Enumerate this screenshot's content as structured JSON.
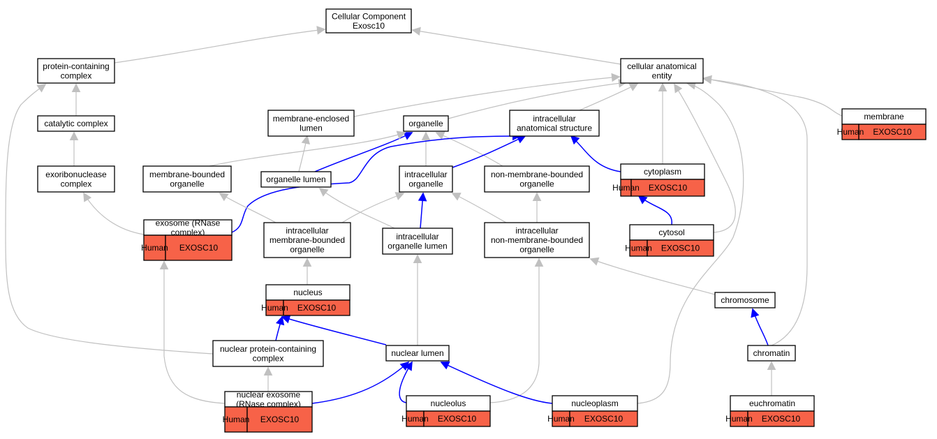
{
  "colors": {
    "edge_grey": "#c0c0c0",
    "edge_blue": "#0000ff",
    "annotation_fill": "#f76248"
  },
  "nodes": {
    "root": {
      "lines": [
        "Cellular Component",
        "Exosc10"
      ]
    },
    "protein_containing_complex": {
      "lines": [
        "protein-containing",
        "complex"
      ]
    },
    "cellular_anatomical_entity": {
      "lines": [
        "cellular anatomical",
        "entity"
      ]
    },
    "catalytic_complex": {
      "lines": [
        "catalytic complex"
      ]
    },
    "membrane_enclosed_lumen": {
      "lines": [
        "membrane-enclosed",
        "lumen"
      ]
    },
    "organelle": {
      "lines": [
        "organelle"
      ]
    },
    "intracellular_anatomical_structure": {
      "lines": [
        "intracellular",
        "anatomical structure"
      ]
    },
    "membrane": {
      "lines": [
        "membrane"
      ],
      "anno": [
        "Human",
        "EXOSC10"
      ]
    },
    "exoribonuclease_complex": {
      "lines": [
        "exoribonuclease",
        "complex"
      ]
    },
    "membrane_bounded_organelle": {
      "lines": [
        "membrane-bounded",
        "organelle"
      ]
    },
    "organelle_lumen": {
      "lines": [
        "organelle lumen"
      ]
    },
    "intracellular_organelle": {
      "lines": [
        "intracellular",
        "organelle"
      ]
    },
    "non_membrane_bounded_organelle": {
      "lines": [
        "non-membrane-bounded",
        "organelle"
      ]
    },
    "cytoplasm": {
      "lines": [
        "cytoplasm"
      ],
      "anno": [
        "Human",
        "EXOSC10"
      ]
    },
    "exosome": {
      "lines": [
        "exosome (RNase",
        "complex)"
      ],
      "anno": [
        "Human",
        "EXOSC10"
      ]
    },
    "intracellular_membrane_bounded_organelle": {
      "lines": [
        "intracellular",
        "membrane-bounded",
        "organelle"
      ]
    },
    "intracellular_organelle_lumen": {
      "lines": [
        "intracellular",
        "organelle lumen"
      ]
    },
    "intracellular_non_membrane_bounded_organelle": {
      "lines": [
        "intracellular",
        "non-membrane-bounded",
        "organelle"
      ]
    },
    "cytosol": {
      "lines": [
        "cytosol"
      ],
      "anno": [
        "Human",
        "EXOSC10"
      ]
    },
    "nucleus": {
      "lines": [
        "nucleus"
      ],
      "anno": [
        "Human",
        "EXOSC10"
      ]
    },
    "chromosome": {
      "lines": [
        "chromosome"
      ]
    },
    "nuclear_protein_containing_complex": {
      "lines": [
        "nuclear protein-containing",
        "complex"
      ]
    },
    "nuclear_lumen": {
      "lines": [
        "nuclear lumen"
      ]
    },
    "chromatin": {
      "lines": [
        "chromatin"
      ]
    },
    "nuclear_exosome": {
      "lines": [
        "nuclear exosome",
        "(RNase complex)"
      ],
      "anno": [
        "Human",
        "EXOSC10"
      ]
    },
    "nucleolus": {
      "lines": [
        "nucleolus"
      ],
      "anno": [
        "Human",
        "EXOSC10"
      ]
    },
    "nucleoplasm": {
      "lines": [
        "nucleoplasm"
      ],
      "anno": [
        "Human",
        "EXOSC10"
      ]
    },
    "euchromatin": {
      "lines": [
        "euchromatin"
      ],
      "anno": [
        "Human",
        "EXOSC10"
      ]
    }
  },
  "edges": [
    {
      "from": "protein_containing_complex",
      "to": "root",
      "kind": "is_a"
    },
    {
      "from": "cellular_anatomical_entity",
      "to": "root",
      "kind": "is_a"
    },
    {
      "from": "catalytic_complex",
      "to": "protein_containing_complex",
      "kind": "is_a"
    },
    {
      "from": "exoribonuclease_complex",
      "to": "catalytic_complex",
      "kind": "is_a"
    },
    {
      "from": "exosome",
      "to": "exoribonuclease_complex",
      "kind": "is_a"
    },
    {
      "from": "membrane_enclosed_lumen",
      "to": "cellular_anatomical_entity",
      "kind": "is_a"
    },
    {
      "from": "organelle",
      "to": "cellular_anatomical_entity",
      "kind": "is_a"
    },
    {
      "from": "intracellular_anatomical_structure",
      "to": "cellular_anatomical_entity",
      "kind": "is_a"
    },
    {
      "from": "cytoplasm",
      "to": "cellular_anatomical_entity",
      "kind": "is_a"
    },
    {
      "from": "membrane",
      "to": "cellular_anatomical_entity",
      "kind": "is_a"
    },
    {
      "from": "cytosol",
      "to": "cellular_anatomical_entity",
      "kind": "is_a"
    },
    {
      "from": "nucleoplasm",
      "to": "cellular_anatomical_entity",
      "kind": "is_a"
    },
    {
      "from": "chromatin",
      "to": "cellular_anatomical_entity",
      "kind": "is_a"
    },
    {
      "from": "organelle_lumen",
      "to": "membrane_enclosed_lumen",
      "kind": "is_a"
    },
    {
      "from": "organelle_lumen",
      "to": "organelle",
      "kind": "part_of"
    },
    {
      "from": "membrane_bounded_organelle",
      "to": "organelle",
      "kind": "is_a"
    },
    {
      "from": "intracellular_organelle",
      "to": "organelle",
      "kind": "is_a"
    },
    {
      "from": "non_membrane_bounded_organelle",
      "to": "organelle",
      "kind": "is_a"
    },
    {
      "from": "intracellular_organelle",
      "to": "intracellular_anatomical_structure",
      "kind": "part_of"
    },
    {
      "from": "exosome",
      "to": "intracellular_anatomical_structure",
      "kind": "part_of"
    },
    {
      "from": "cytoplasm",
      "to": "intracellular_anatomical_structure",
      "kind": "part_of"
    },
    {
      "from": "cytosol",
      "to": "cytoplasm",
      "kind": "part_of"
    },
    {
      "from": "intracellular_membrane_bounded_organelle",
      "to": "membrane_bounded_organelle",
      "kind": "is_a"
    },
    {
      "from": "intracellular_membrane_bounded_organelle",
      "to": "intracellular_organelle",
      "kind": "is_a"
    },
    {
      "from": "intracellular_organelle_lumen",
      "to": "organelle_lumen",
      "kind": "is_a"
    },
    {
      "from": "intracellular_organelle_lumen",
      "to": "intracellular_organelle",
      "kind": "part_of"
    },
    {
      "from": "intracellular_non_membrane_bounded_organelle",
      "to": "intracellular_organelle",
      "kind": "is_a"
    },
    {
      "from": "intracellular_non_membrane_bounded_organelle",
      "to": "non_membrane_bounded_organelle",
      "kind": "is_a"
    },
    {
      "from": "nucleus",
      "to": "intracellular_membrane_bounded_organelle",
      "kind": "is_a"
    },
    {
      "from": "nuclear_protein_containing_complex",
      "to": "nucleus",
      "kind": "part_of"
    },
    {
      "from": "nuclear_protein_containing_complex",
      "to": "protein_containing_complex",
      "kind": "is_a"
    },
    {
      "from": "nuclear_lumen",
      "to": "nucleus",
      "kind": "part_of"
    },
    {
      "from": "nuclear_lumen",
      "to": "intracellular_organelle_lumen",
      "kind": "is_a"
    },
    {
      "from": "chromosome",
      "to": "intracellular_non_membrane_bounded_organelle",
      "kind": "is_a"
    },
    {
      "from": "chromatin",
      "to": "chromosome",
      "kind": "part_of"
    },
    {
      "from": "euchromatin",
      "to": "chromatin",
      "kind": "is_a"
    },
    {
      "from": "nuclear_exosome",
      "to": "nuclear_protein_containing_complex",
      "kind": "is_a"
    },
    {
      "from": "nuclear_exosome",
      "to": "exosome",
      "kind": "is_a"
    },
    {
      "from": "nuclear_exosome",
      "to": "nuclear_lumen",
      "kind": "part_of"
    },
    {
      "from": "nucleolus",
      "to": "nuclear_lumen",
      "kind": "part_of"
    },
    {
      "from": "nucleolus",
      "to": "intracellular_non_membrane_bounded_organelle",
      "kind": "is_a"
    },
    {
      "from": "nucleoplasm",
      "to": "nuclear_lumen",
      "kind": "part_of"
    }
  ]
}
